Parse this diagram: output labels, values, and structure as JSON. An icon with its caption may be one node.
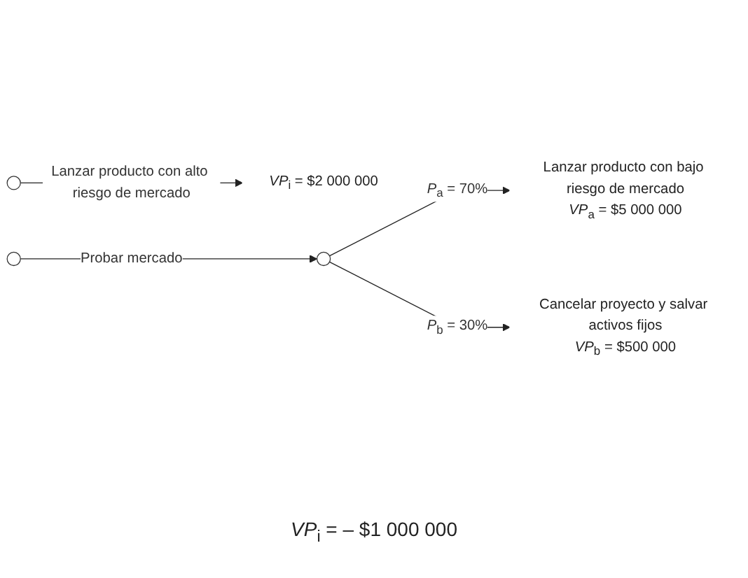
{
  "diagram": {
    "nodes": [
      {
        "text": [],
        "shape": "circle"
      },
      {
        "text": [
          "*VP*$_{i}$ = $2 000 000"
        ]
      },
      {
        "text": [],
        "shape": "circle"
      },
      {
        "text": [],
        "shape": "circle"
      },
      {
        "text": [
          "Lanzar producto con bajo riesgo de mercado",
          "*VP*$_{a}$ = $5 000 000"
        ]
      },
      {
        "text": [
          "Cancelar proyecto y salvar activos fijos",
          "*VP*$_{b}$ = $500 000"
        ]
      }
    ],
    "edges": [
      {
        "from": 0,
        "to": 1,
        "arrow": "to",
        "label": "Lanzar producto con alto riesgo de mercado"
      },
      {
        "from": 2,
        "to": 3,
        "arrow": "to",
        "label": "Probar mercado"
      },
      {
        "from": 3,
        "to": 4,
        "arrow": "to",
        "label": "*P*$_{a}$ = 70%"
      },
      {
        "from": 3,
        "to": 5,
        "arrow": "to",
        "label": "*P*$_{b}$ = 30%"
      }
    ],
    "labels": [
      "*VP*$_{i}$ = – $1 000 000"
    ]
  }
}
